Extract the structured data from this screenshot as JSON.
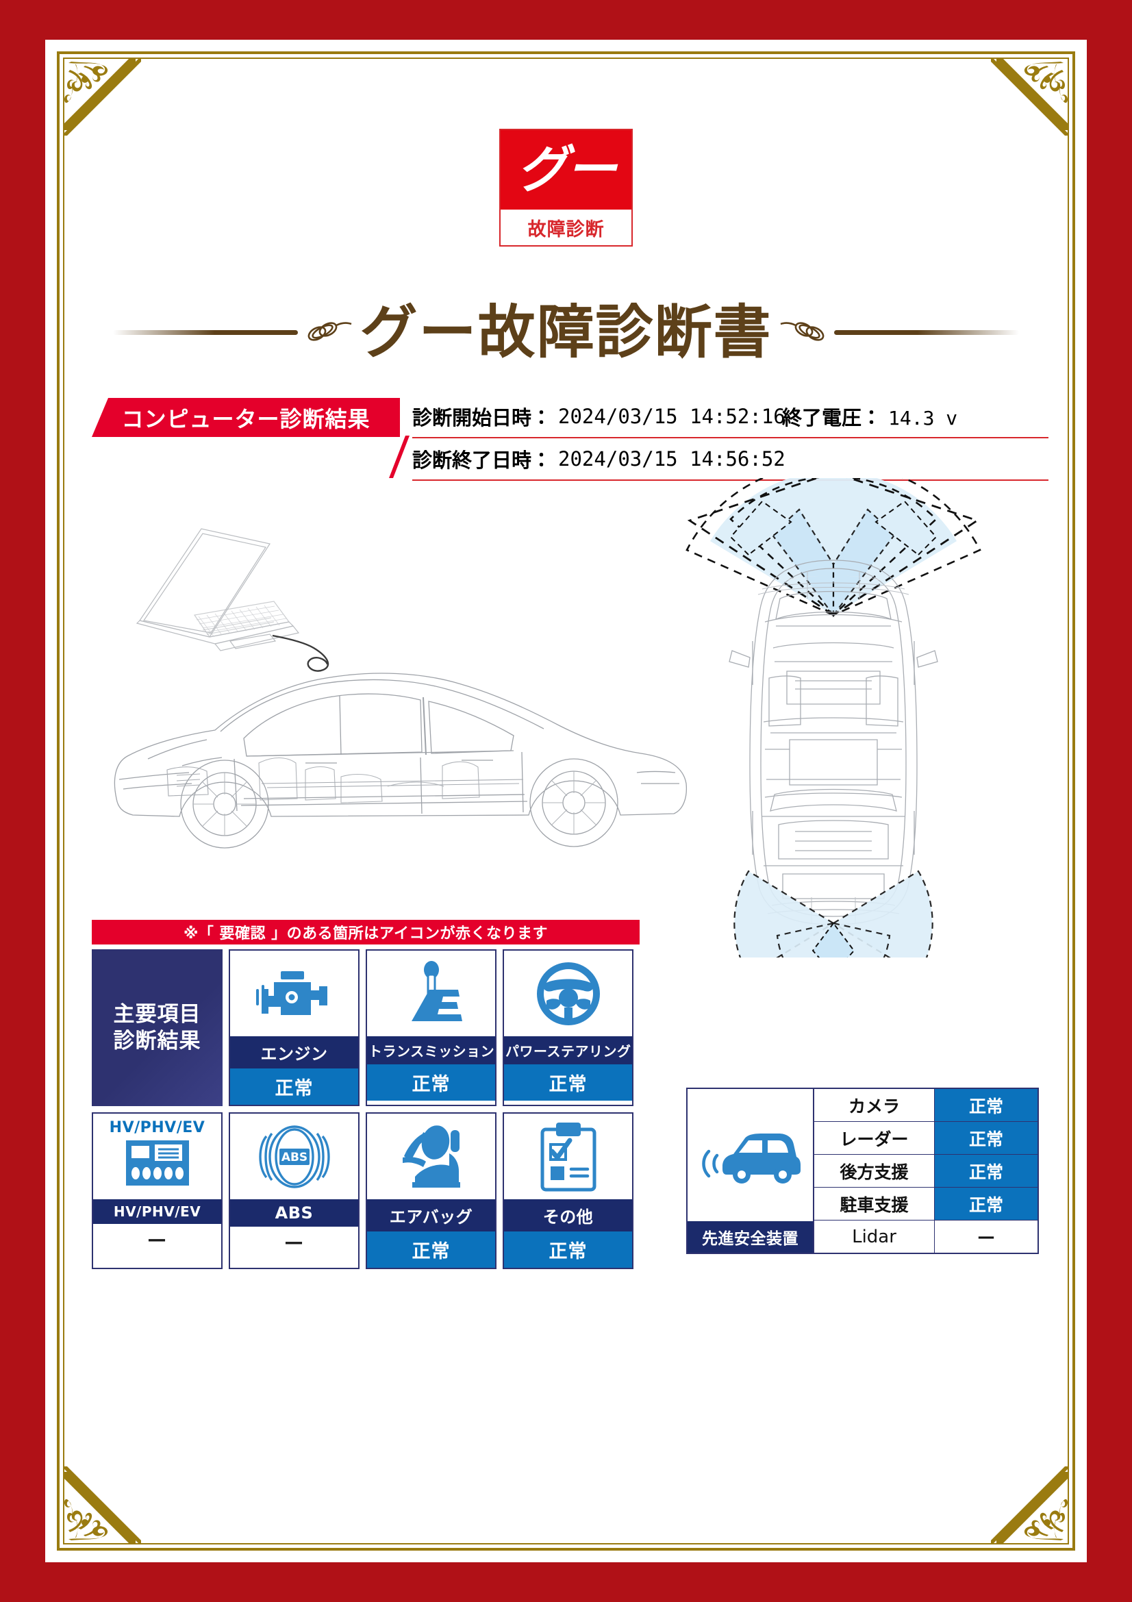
{
  "logo": {
    "mark_text": "グー",
    "sub_text": "故障診断"
  },
  "document": {
    "title": "グー故障診断書"
  },
  "computer_diagnosis": {
    "banner_label": "コンピューター診断結果",
    "start_label": "診断開始日時：",
    "start_value": "2024/03/15  14:52:16",
    "end_label": "診断終了日時：",
    "end_value": "2024/03/15  14:56:52",
    "voltage_label": "終了電圧：",
    "voltage_value": "14.3 v"
  },
  "main_items": {
    "notice": "※「 要確認 」のある箇所はアイコンが赤くなります",
    "section_title_line1": "主要項目",
    "section_title_line2": "診断結果",
    "row1": [
      {
        "icon": "engine-icon",
        "name": "エンジン",
        "status": "正常",
        "state": "ok"
      },
      {
        "icon": "transmission-icon",
        "name": "トランスミッション",
        "status": "正常",
        "state": "ok"
      },
      {
        "icon": "steering-wheel-icon",
        "name": "パワーステアリング",
        "status": "正常",
        "state": "ok"
      }
    ],
    "row2": [
      {
        "icon": "battery-icon",
        "tag": "HV/PHV/EV",
        "name": "HV/PHV/EV",
        "status": "—",
        "state": "na"
      },
      {
        "icon": "abs-icon",
        "name": "ABS",
        "status": "—",
        "state": "na"
      },
      {
        "icon": "airbag-icon",
        "name": "エアバッグ",
        "status": "正常",
        "state": "ok"
      },
      {
        "icon": "clipboard-check-icon",
        "name": "その他",
        "status": "正常",
        "state": "ok"
      }
    ]
  },
  "advanced_safety": {
    "left_label": "先進安全装置",
    "icon": "car-sensor-icon",
    "rows": [
      {
        "key": "カメラ",
        "value": "正常",
        "state": "ok",
        "latin": false
      },
      {
        "key": "レーダー",
        "value": "正常",
        "state": "ok",
        "latin": false
      },
      {
        "key": "後方支援",
        "value": "正常",
        "state": "ok",
        "latin": false
      },
      {
        "key": "駐車支援",
        "value": "正常",
        "state": "ok",
        "latin": false
      },
      {
        "key": "Lidar",
        "value": "—",
        "state": "na",
        "latin": true
      }
    ]
  },
  "colors": {
    "border_red": "#B01117",
    "gold": "#9A7B10",
    "banner_red": "#E4002B",
    "logo_red": "#E30613",
    "title_brown": "#5D4019",
    "navy": "#1B2A6B",
    "navy_panel": "#2E3270",
    "status_blue": "#0B72BC",
    "sensor_blue": "#DCEEF9"
  }
}
